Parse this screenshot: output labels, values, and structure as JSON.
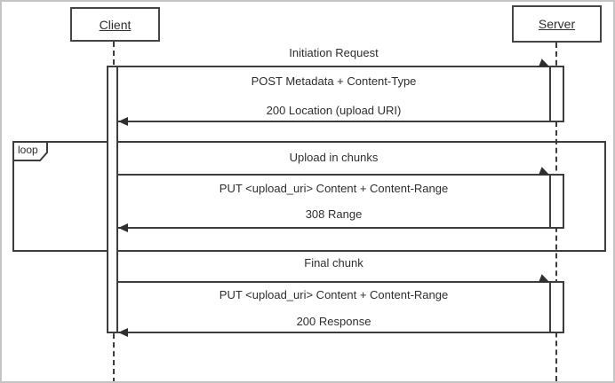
{
  "diagram": {
    "type": "uml-sequence",
    "actors": [
      {
        "name": "Client"
      },
      {
        "name": "Server"
      }
    ],
    "loop_fragment": {
      "label": "loop"
    },
    "exchanges": [
      {
        "title": "Initiation Request",
        "request": "POST Metadata + Content-Type",
        "response": "200 Location (upload URI)",
        "in_loop": false
      },
      {
        "title": "Upload in chunks",
        "request": "PUT <upload_uri> Content + Content-Range",
        "response": "308 Range",
        "in_loop": true
      },
      {
        "title": "Final chunk",
        "request": "PUT <upload_uri> Content + Content-Range",
        "response": "200 Response",
        "in_loop": false
      }
    ],
    "colors": {
      "line": "#3d3d3d",
      "text": "#2e2e2e",
      "frame_border": "#c4c4c4",
      "background": "#ffffff"
    }
  }
}
